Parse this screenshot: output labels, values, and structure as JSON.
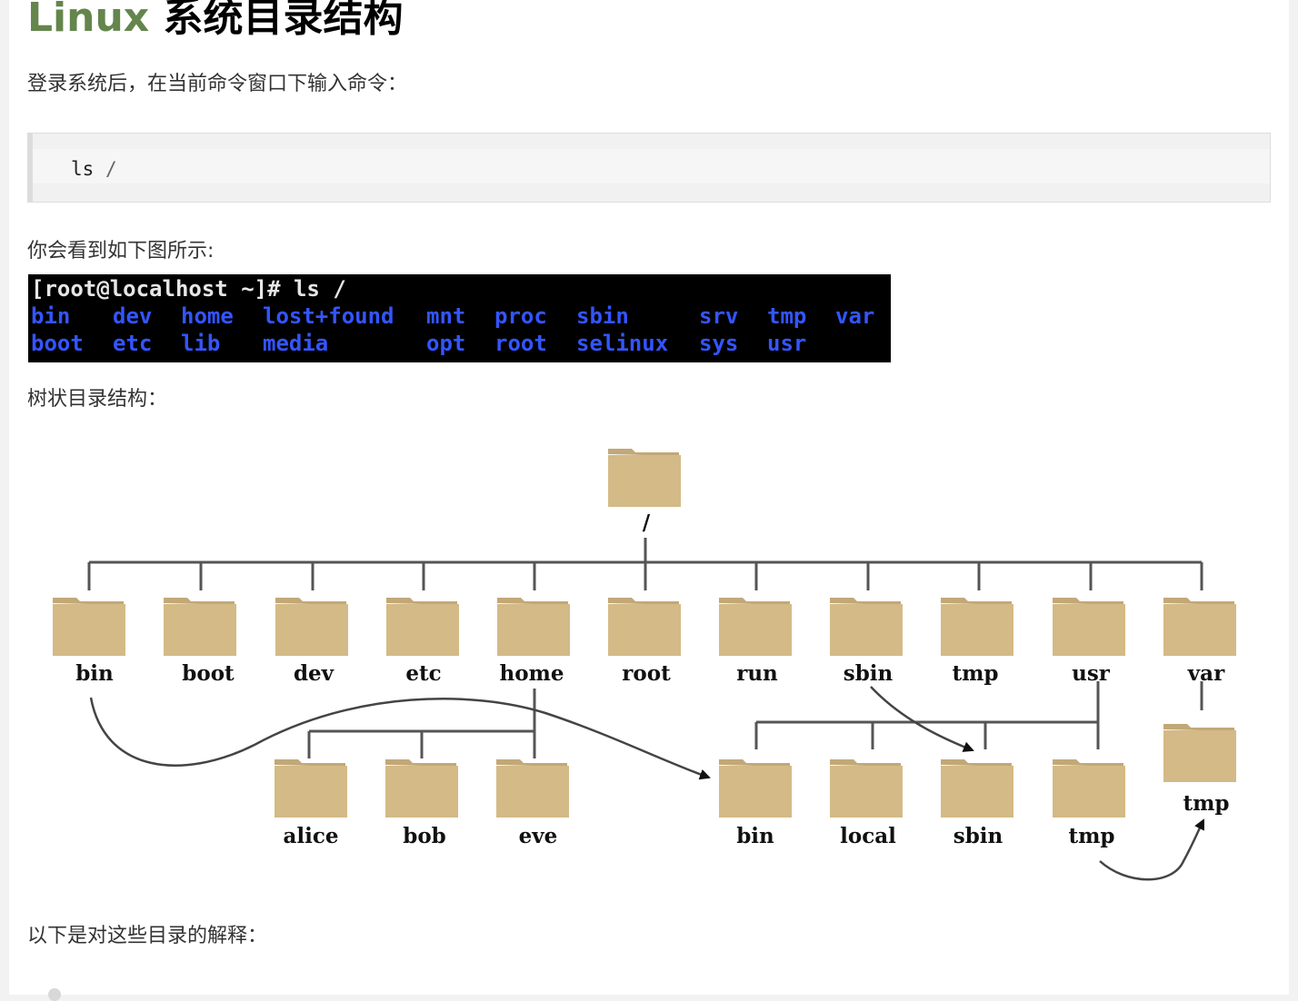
{
  "title": {
    "prefix": "Linux",
    "rest": " 系统目录结构"
  },
  "intro_text": "登录系统后，在当前命令窗口下输入命令：",
  "code": {
    "cmd": "ls",
    "arg": "/"
  },
  "see_below_text": "你会看到如下图所示:",
  "terminal": {
    "prompt": "[root@localhost ~]# ls /",
    "row1": [
      "bin",
      "dev",
      "home",
      "lost+found",
      "mnt",
      "proc",
      "sbin",
      "srv",
      "tmp",
      "var"
    ],
    "row2": [
      "boot",
      "etc",
      "lib",
      "media",
      "opt",
      "root",
      "selinux",
      "sys",
      "usr"
    ]
  },
  "tree_label": "树状目录结构：",
  "tree": {
    "root": "/",
    "top_level": [
      "bin",
      "boot",
      "dev",
      "etc",
      "home",
      "root",
      "run",
      "sbin",
      "tmp",
      "usr",
      "var"
    ],
    "home_children": [
      "alice",
      "bob",
      "eve"
    ],
    "usr_children": [
      "bin",
      "local",
      "sbin",
      "tmp"
    ],
    "var_children": [
      "tmp"
    ]
  },
  "explain_text": "以下是对这些目录的解释：",
  "colors": {
    "title_accent": "#64854c",
    "folder_body": "#d3ba87",
    "folder_tab": "#c2a878",
    "tree_line": "#555555",
    "terminal_bg": "#000000",
    "terminal_dir": "#3355ff"
  }
}
